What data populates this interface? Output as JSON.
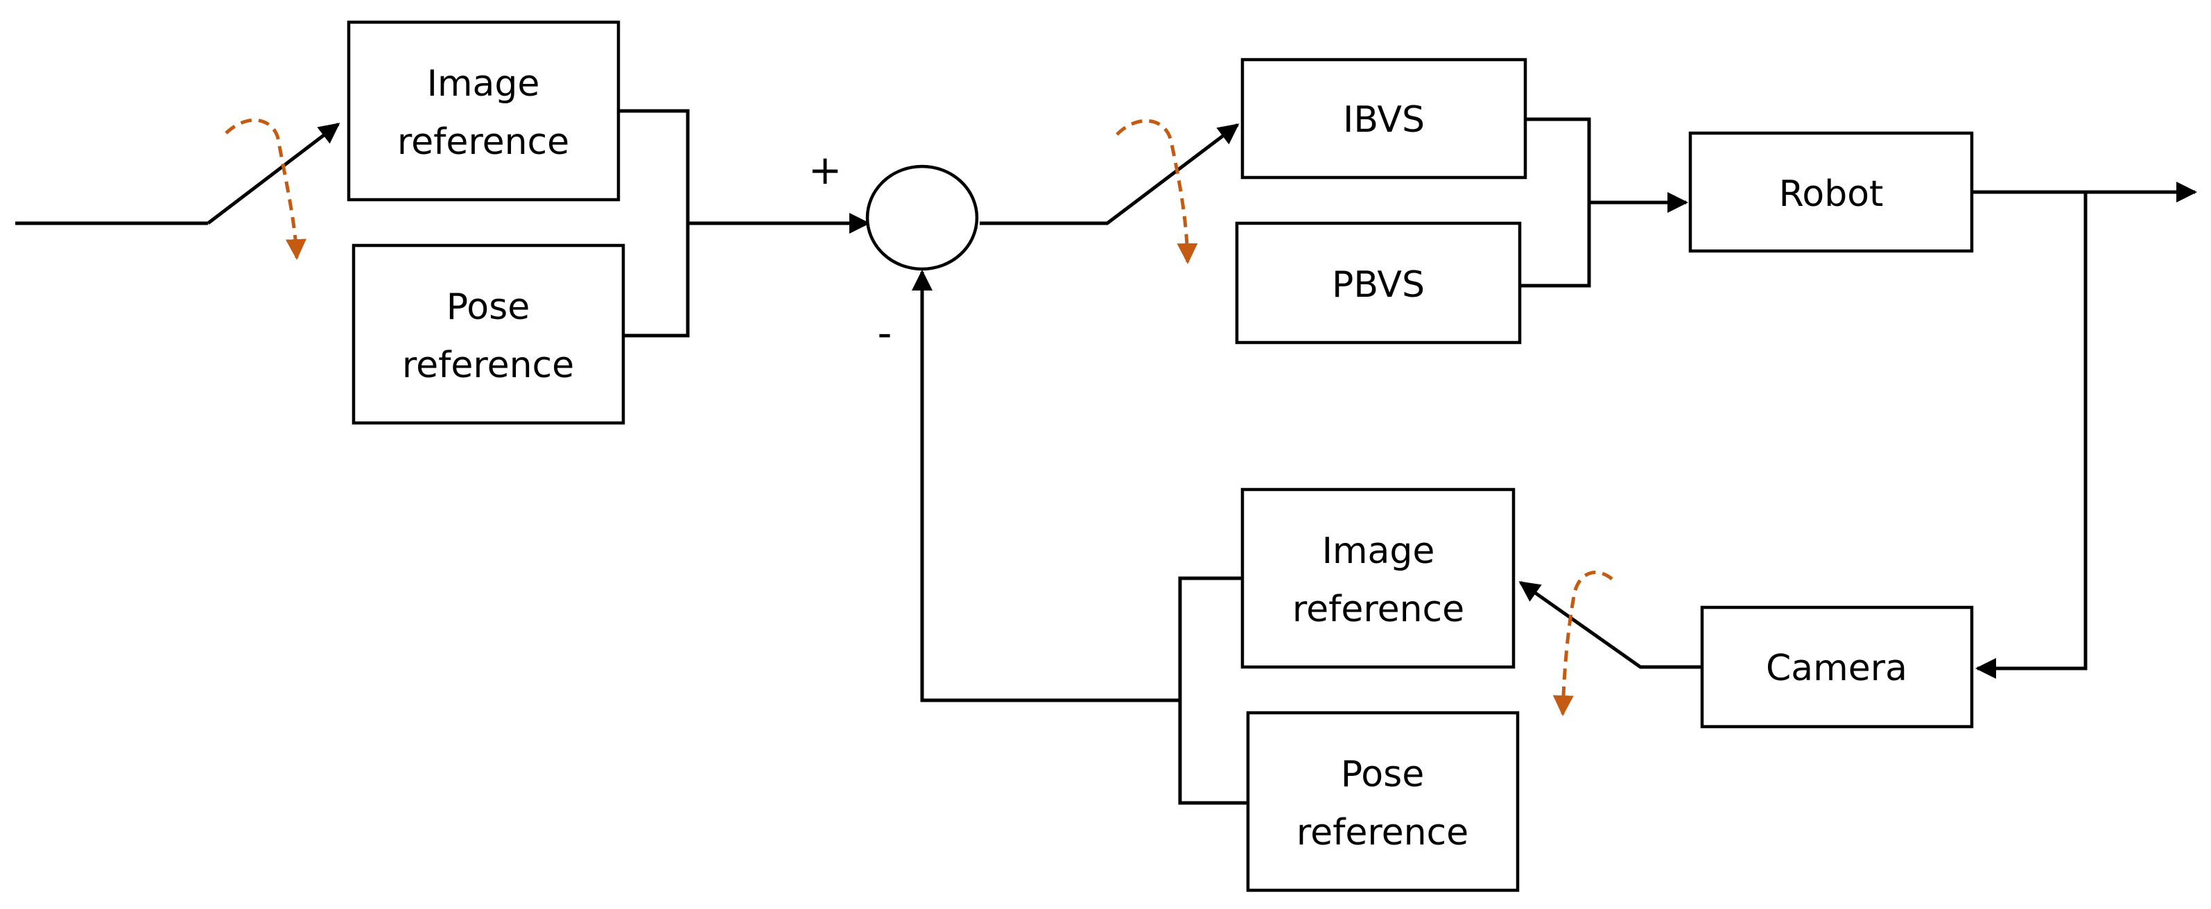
{
  "colors": {
    "line": "#000000",
    "switch_indicator": "#c55a11",
    "background": "#ffffff"
  },
  "blocks": {
    "image_reference_top": {
      "line1": "Image",
      "line2": "reference"
    },
    "pose_reference_top": {
      "line1": "Pose",
      "line2": "reference"
    },
    "ibvs": {
      "label": "IBVS"
    },
    "pbvs": {
      "label": "PBVS"
    },
    "robot": {
      "label": "Robot"
    },
    "camera": {
      "label": "Camera"
    },
    "image_reference_bottom": {
      "line1": "Image",
      "line2": "reference"
    },
    "pose_reference_bottom": {
      "line1": "Pose",
      "line2": "reference"
    }
  },
  "summing_junction": {
    "plus_sign": "+",
    "minus_sign": "-"
  }
}
